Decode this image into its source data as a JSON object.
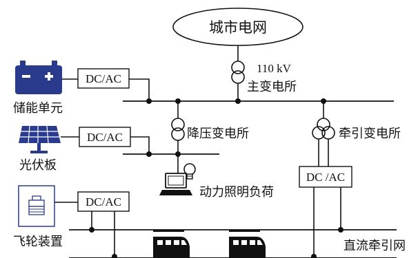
{
  "grid": {
    "label": "城市电网"
  },
  "main_substation": {
    "voltage": "110 kV",
    "name": "主变电所"
  },
  "storage": {
    "label": "储能单元",
    "converter": "DC/AC",
    "battery_signs": "−  +"
  },
  "pv": {
    "label": "光伏板",
    "converter": "DC/AC"
  },
  "flywheel": {
    "label": "飞轮装置",
    "converter": "DC/AC"
  },
  "step_down": {
    "label": "降压变电所"
  },
  "traction": {
    "label": "牵引变电所",
    "converter": "DC /AC"
  },
  "load": {
    "label": "动力照明负荷"
  },
  "dc_network": {
    "label": "直流牵引网"
  }
}
